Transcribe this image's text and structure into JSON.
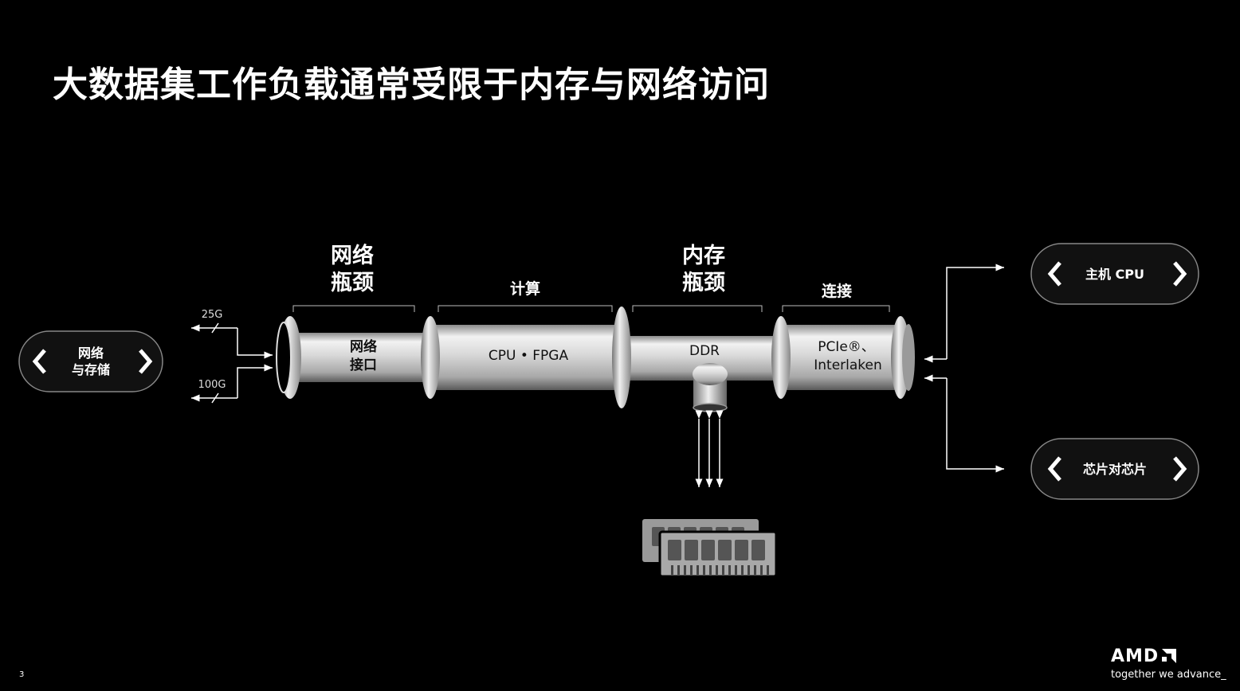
{
  "title": "大数据集工作负载通常受限于内存与网络访问",
  "left_pill": {
    "line1": "网络",
    "line2": "与存储"
  },
  "speeds": {
    "top": "25G",
    "bottom": "100G"
  },
  "section_labels": {
    "network_bottleneck": [
      "网络",
      "瓶颈"
    ],
    "compute": "计算",
    "memory_bottleneck": [
      "内存",
      "瓶颈"
    ],
    "connect": "连接"
  },
  "pipe_labels": {
    "net_interface": [
      "网络",
      "接口"
    ],
    "cpu_fpga": "CPU • FPGA",
    "ddr": "DDR",
    "pcie": [
      "PCIe®、",
      "Interlaken"
    ]
  },
  "right_pills": {
    "host_cpu": "主机 CPU",
    "chip_to_chip": "芯片对芯片"
  },
  "page_number": "3",
  "logo": {
    "wordmark": "AMD",
    "tagline": "together we advance_"
  }
}
